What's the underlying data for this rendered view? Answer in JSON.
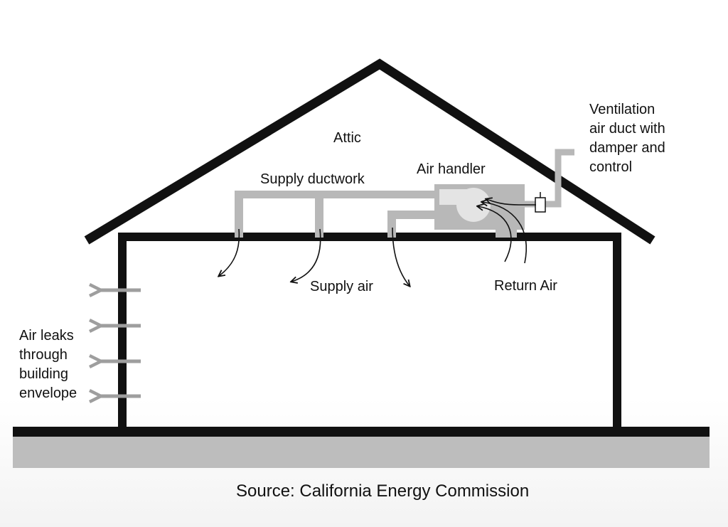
{
  "labels": {
    "attic": "Attic",
    "supply_ductwork": "Supply ductwork",
    "air_handler": "Air handler",
    "ventilation": [
      "Ventilation",
      "air duct with",
      "damper and",
      "control"
    ],
    "supply_air": "Supply air",
    "return_air": "Return Air",
    "air_leaks": [
      "Air leaks",
      "through",
      "building",
      "envelope"
    ],
    "source": "Source: California Energy Commission"
  },
  "colors": {
    "structure": "#111111",
    "duct": "#b8b8b8",
    "ground": "#bdbdbd",
    "leak_arrow": "#9e9e9e",
    "air_handler_inner": "#e4e4e4"
  }
}
